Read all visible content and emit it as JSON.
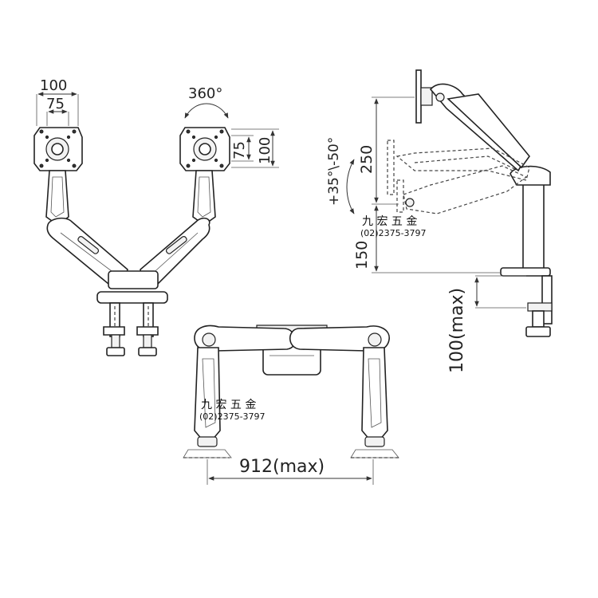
{
  "dimensions": {
    "plate_100": "100",
    "plate_75": "75",
    "rotation": "360°",
    "plate_75_side": "75",
    "plate_100_side": "100",
    "tilt": "+35°\\-50°",
    "height_250": "250",
    "height_150": "150",
    "clamp_max": "100(max)",
    "span_max": "912(max)"
  },
  "watermark": {
    "name": "九 宏 五 金",
    "phone": "(02)2375-3797"
  }
}
